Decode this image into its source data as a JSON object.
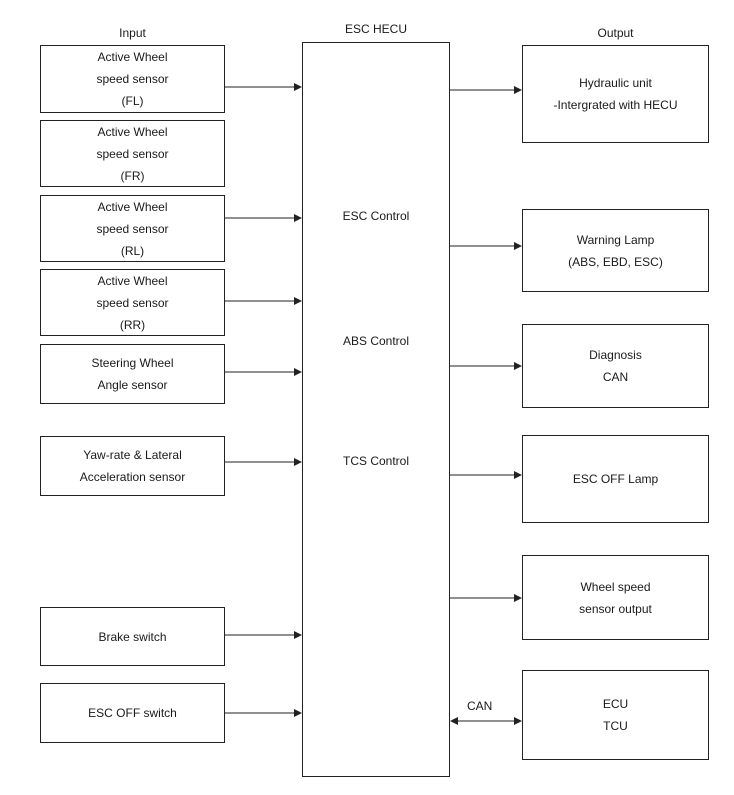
{
  "headers": {
    "input": "Input",
    "hecu": "ESC HECU",
    "output": "Output"
  },
  "inputs": [
    {
      "lines": [
        "Active Wheel",
        "speed sensor",
        "(FL)"
      ]
    },
    {
      "lines": [
        "Active Wheel",
        "speed sensor",
        "(FR)"
      ]
    },
    {
      "lines": [
        "Active Wheel",
        "speed sensor",
        "(RL)"
      ]
    },
    {
      "lines": [
        "Active Wheel",
        "speed sensor",
        "(RR)"
      ]
    },
    {
      "lines": [
        "Steering Wheel",
        "Angle sensor"
      ]
    },
    {
      "lines": [
        "Yaw-rate & Lateral",
        "Acceleration sensor"
      ]
    },
    {
      "lines": [
        "Brake switch"
      ]
    },
    {
      "lines": [
        "ESC OFF switch"
      ]
    }
  ],
  "controls": [
    "ESC Control",
    "ABS Control",
    "TCS Control"
  ],
  "outputs": [
    {
      "lines": [
        "Hydraulic unit",
        "-Intergrated with HECU"
      ]
    },
    {
      "lines": [
        "Warning Lamp",
        "(ABS, EBD, ESC)"
      ]
    },
    {
      "lines": [
        "Diagnosis",
        "CAN"
      ]
    },
    {
      "lines": [
        "ESC OFF Lamp"
      ]
    },
    {
      "lines": [
        "Wheel speed",
        "sensor output"
      ]
    },
    {
      "lines": [
        "ECU",
        "TCU"
      ]
    }
  ],
  "can_label": "CAN"
}
